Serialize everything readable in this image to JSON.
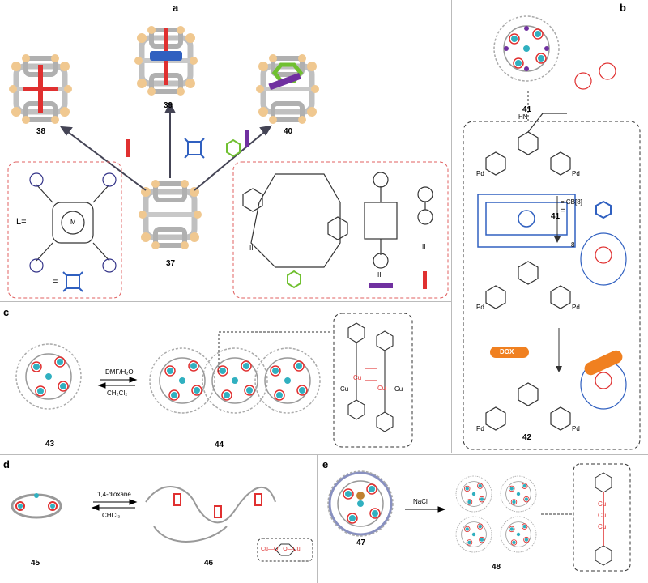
{
  "panels": {
    "a": "a",
    "b": "b",
    "c": "c",
    "d": "d",
    "e": "e"
  },
  "compounds": {
    "c37": "37",
    "c38": "38",
    "c39": "39",
    "c40": "40",
    "c41_top": "41",
    "c41": "41",
    "c42": "42",
    "c43": "43",
    "c44": "44",
    "c45": "45",
    "c46": "46",
    "c47": "47",
    "c48": "48"
  },
  "panel_a": {
    "ligand_label": "L=",
    "metal": "M",
    "eq_sign": "=",
    "guest_count_labels": [
      "II",
      "II",
      "II"
    ]
  },
  "panel_b": {
    "cb8_label": "= CB[8]",
    "cb8_subscript": "8",
    "eq_sign": "=",
    "dox": "DOX",
    "pd": "Pd",
    "hn": "HN"
  },
  "panel_c": {
    "forward": "DMF/H₂O",
    "backward": "CH₂Cl₂",
    "cu": "Cu"
  },
  "panel_d": {
    "forward": "1,4-dioxane",
    "backward": "CHCl₃",
    "inset": "Cu—O   O—Cu"
  },
  "panel_e": {
    "reagent": "NaCl",
    "cu": "Cu"
  },
  "colors": {
    "cage_bar": "#c0c0c0",
    "node": "#f0c890",
    "red": "#e03030",
    "blue": "#3060c0",
    "green": "#70c030",
    "purple": "#7030a0",
    "orange": "#f08020",
    "teal": "#30b0c0"
  }
}
